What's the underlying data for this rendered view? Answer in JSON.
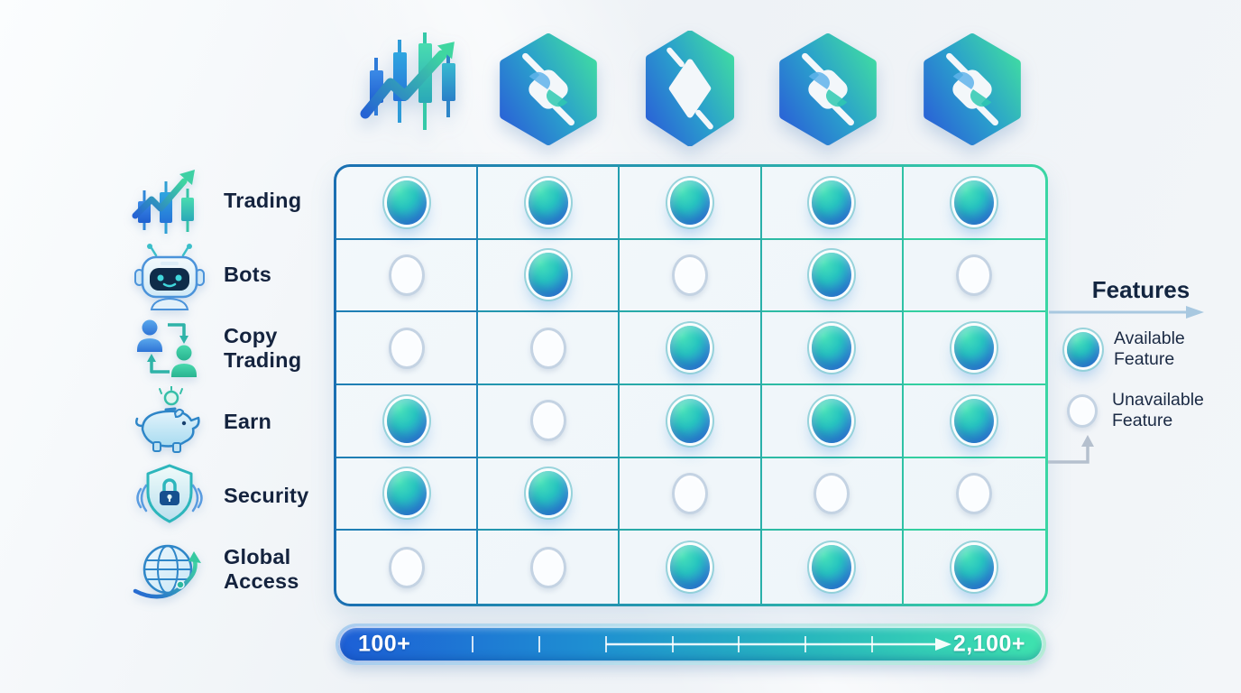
{
  "header": {
    "column_logos": [
      {
        "name": "candlestick-growth-logo"
      },
      {
        "name": "hex-link-logo-a"
      },
      {
        "name": "hex-diamond-logo"
      },
      {
        "name": "hex-link-logo-b"
      },
      {
        "name": "hex-link-logo-c"
      }
    ]
  },
  "features": {
    "rows": [
      {
        "label": "Trading",
        "icon": "candlestick-chart-icon"
      },
      {
        "label": "Bots",
        "icon": "robot-icon"
      },
      {
        "label": "Copy Trading",
        "icon": "copy-trading-people-icon"
      },
      {
        "label": "Earn",
        "icon": "piggy-bank-icon"
      },
      {
        "label": "Security",
        "icon": "shield-lock-icon"
      },
      {
        "label": "Global Access",
        "icon": "globe-orbit-icon"
      }
    ]
  },
  "matrix": {
    "rows": [
      {
        "feature": "Trading",
        "values": [
          1,
          1,
          1,
          1,
          1
        ]
      },
      {
        "feature": "Bots",
        "values": [
          0,
          1,
          0,
          1,
          0
        ]
      },
      {
        "feature": "Copy Trading",
        "values": [
          0,
          0,
          1,
          1,
          1
        ]
      },
      {
        "feature": "Earn",
        "values": [
          1,
          0,
          1,
          1,
          1
        ]
      },
      {
        "feature": "Security",
        "values": [
          1,
          1,
          0,
          0,
          0
        ]
      },
      {
        "feature": "Global Access",
        "values": [
          0,
          0,
          1,
          1,
          1
        ]
      }
    ]
  },
  "legend": {
    "title": "Features",
    "items": [
      {
        "label": "Available Feature",
        "state": "available"
      },
      {
        "label": "Unavailable Feature",
        "state": "unavailable"
      }
    ]
  },
  "scale_bar": {
    "start_label": "100+",
    "end_label": "2,100+"
  },
  "colors": {
    "available_gradient_top": "#49e3b8",
    "available_gradient_bottom": "#2f66d4",
    "unavailable_ring": "#c4d3e3",
    "grid_line_left": "#1f86b8",
    "grid_line_right": "#35d2a0",
    "bar_gradient_left": "#1d5fd6",
    "bar_gradient_right": "#3fe3ae",
    "text": "#14233e"
  },
  "chart_data": {
    "type": "table",
    "title": "",
    "columns": [
      "candlestick-growth-logo",
      "hex-link-logo-a",
      "hex-diamond-logo",
      "hex-link-logo-b",
      "hex-link-logo-c"
    ],
    "rows": [
      "Trading",
      "Bots",
      "Copy Trading",
      "Earn",
      "Security",
      "Global Access"
    ],
    "values": [
      [
        1,
        1,
        1,
        1,
        1
      ],
      [
        0,
        1,
        0,
        1,
        0
      ],
      [
        0,
        0,
        1,
        1,
        1
      ],
      [
        1,
        0,
        1,
        1,
        1
      ],
      [
        1,
        1,
        0,
        0,
        0
      ],
      [
        0,
        0,
        1,
        1,
        1
      ]
    ],
    "legend": [
      "Available Feature",
      "Unavailable Feature"
    ],
    "scale": {
      "start": "100+",
      "end": "2,100+"
    },
    "layout": {
      "grid": true,
      "legend_position": "right",
      "scale_position": "bottom"
    }
  }
}
